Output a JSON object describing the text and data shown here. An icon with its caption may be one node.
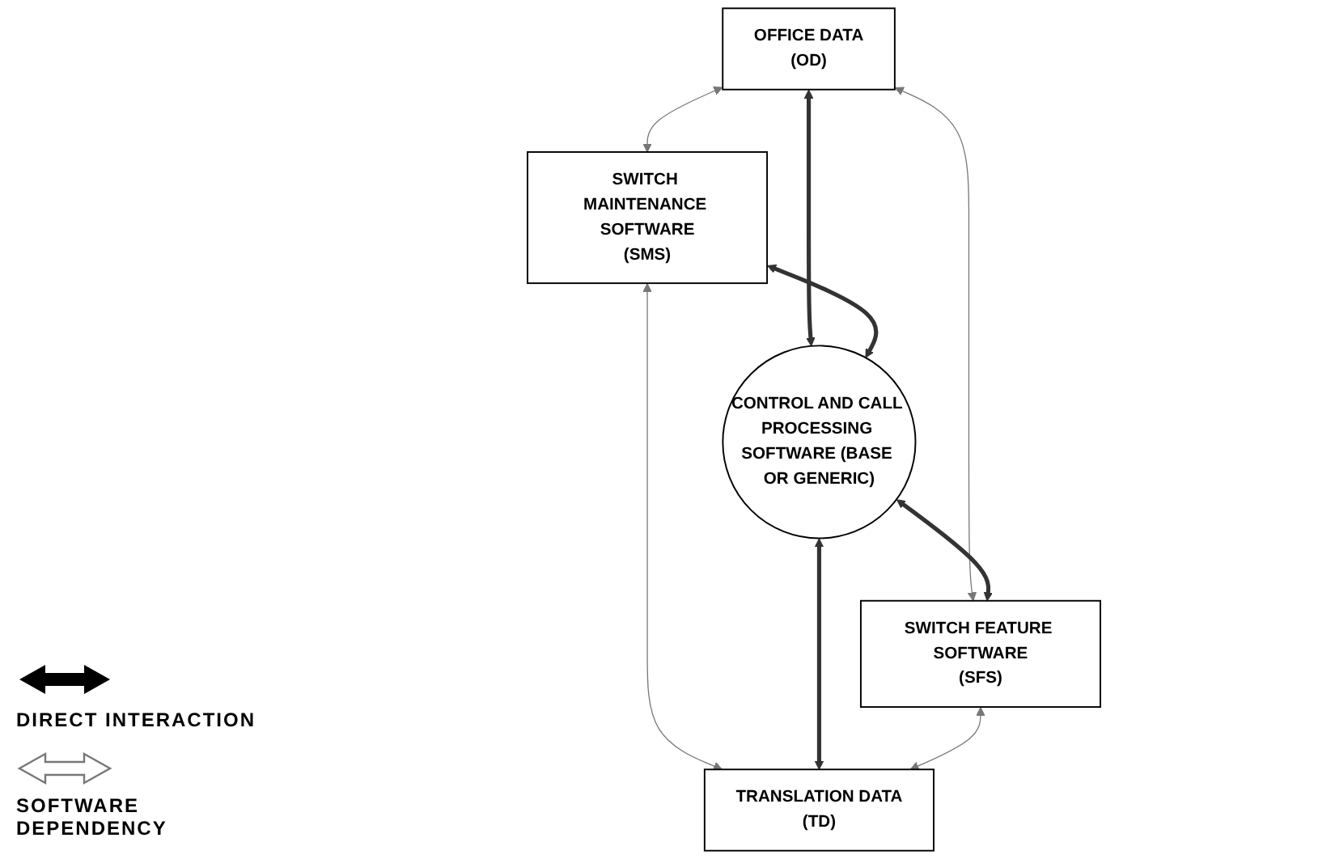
{
  "diagram": {
    "nodes": [
      {
        "text": [
          "OFFICE DATA",
          "(OD)"
        ]
      },
      {
        "text": [
          "SWITCH MAINTENANCE SOFTWARE",
          "(SMS)"
        ]
      },
      {
        "text": [
          "CONTROL AND CALL PROCESSING SOFTWARE (BASE OR GENERIC)"
        ]
      },
      {
        "text": [
          "SWITCH FEATURE SOFTWARE",
          "(SFS)"
        ]
      },
      {
        "text": [
          "TRANSLATION DATA",
          "(TD)"
        ]
      }
    ],
    "edges": [
      {
        "from": 0,
        "to": 1,
        "arrow": "both"
      },
      {
        "from": 0,
        "to": 2,
        "arrow": "both",
        "style": "thick"
      },
      {
        "from": 0,
        "to": 3,
        "arrow": "both"
      },
      {
        "from": 1,
        "to": 2,
        "arrow": "both",
        "style": "thick"
      },
      {
        "from": 2,
        "to": 3,
        "arrow": "both",
        "style": "thick"
      },
      {
        "from": 1,
        "to": 4,
        "arrow": "both"
      },
      {
        "from": 2,
        "to": 4,
        "arrow": "both",
        "style": "thick"
      },
      {
        "from": 3,
        "to": 4,
        "arrow": "both"
      }
    ],
    "legend": [
      {
        "text": "DIRECT INTERACTION"
      },
      {
        "text": "SOFTWARE DEPENDENCY"
      }
    ]
  }
}
